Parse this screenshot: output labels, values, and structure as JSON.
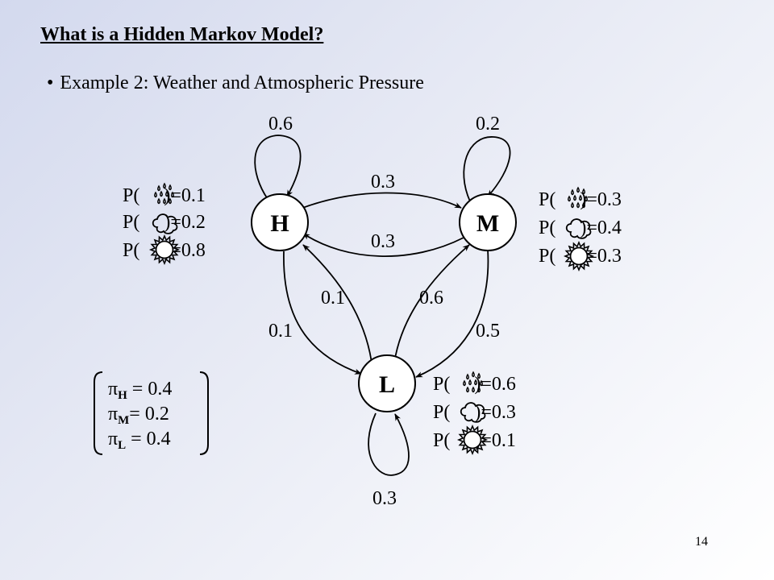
{
  "title": "What is a Hidden Markov Model?",
  "bullet": "Example 2: Weather and Atmospheric Pressure",
  "page_number": "14",
  "states": {
    "H": "H",
    "M": "M",
    "L": "L"
  },
  "transitions": {
    "H_H": "0.6",
    "M_M": "0.2",
    "L_L": "0.3",
    "H_M": "0.3",
    "M_H": "0.3",
    "L_H": "0.1",
    "H_L": "0.1",
    "L_M": "0.6",
    "M_L": "0.5"
  },
  "emissions": {
    "H": {
      "rain": "P(     )=0.1",
      "cloud": "P(     )=0.2",
      "sun": "P(     )=0.8"
    },
    "M": {
      "rain": "P(     )=0.3",
      "cloud": "P(     )=0.4",
      "sun": "P(     )=0.3"
    },
    "L": {
      "rain": "P(     )=0.6",
      "cloud": "P(     )=0.3",
      "sun": "P(     )=0.1"
    }
  },
  "initial": {
    "pi": "π",
    "H": {
      "sub": "H",
      "value": " = 0.4"
    },
    "M": {
      "sub": "M",
      "value": "= 0.2"
    },
    "L": {
      "sub": "L",
      "value": " = 0.4"
    }
  }
}
